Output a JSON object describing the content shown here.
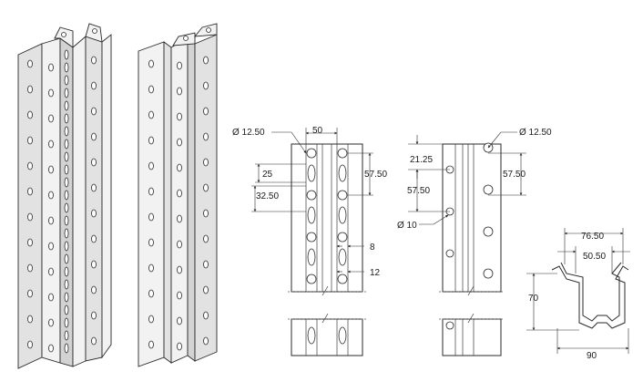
{
  "front_view": {
    "dia_hole": "Ø 12.50",
    "width": "50",
    "pitch_a": "25",
    "pitch_b": "32.50",
    "spacing": "57.50",
    "slot_w": "8",
    "slot_h": "12"
  },
  "side_view": {
    "dia_large": "Ø 12.50",
    "dia_small": "Ø 10",
    "offset": "21.25",
    "spacing_left": "57.50",
    "spacing_right": "57.50"
  },
  "section": {
    "outer_width": "76.50",
    "inner_width": "50.50",
    "depth": "70",
    "base_width": "90"
  }
}
